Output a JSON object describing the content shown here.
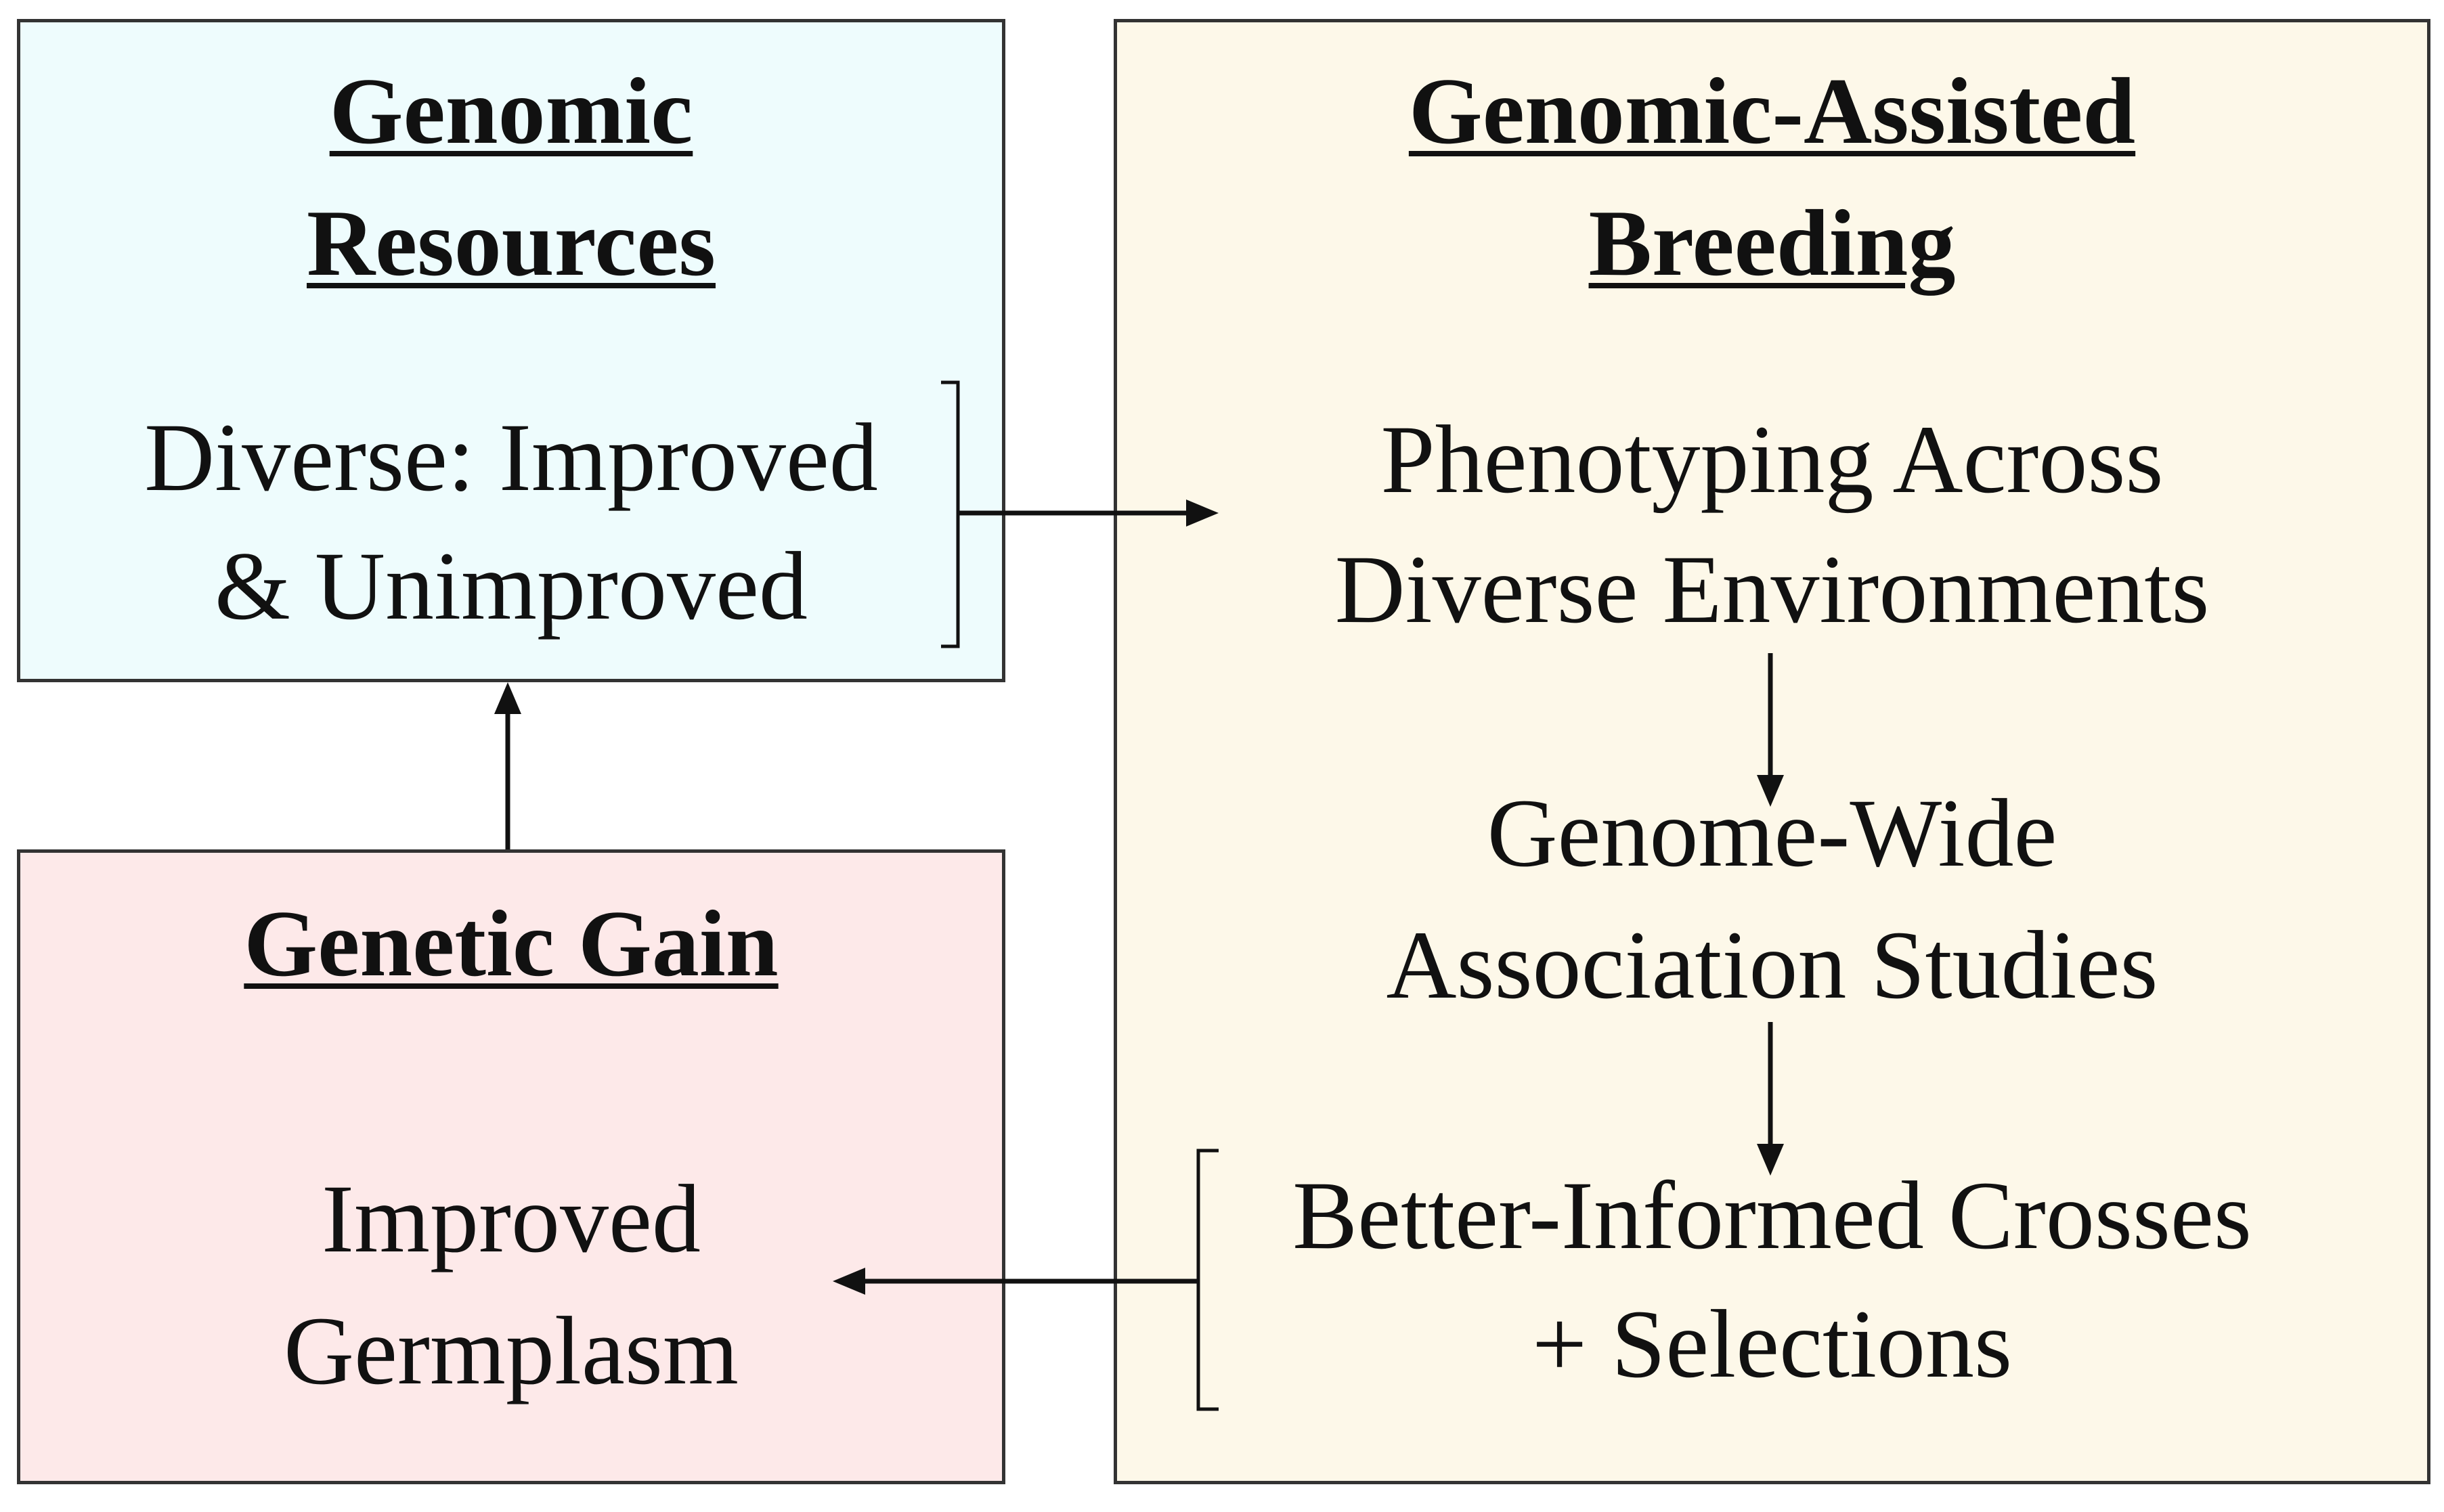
{
  "boxes": {
    "resources": {
      "heading_line1": "Genomic",
      "heading_line2": "Resources",
      "body_line1": "Diverse: Improved",
      "body_line2": "& Unimproved",
      "fill": "#eefcfd"
    },
    "breeding": {
      "heading_line1": "Genomic-Assisted",
      "heading_line2": "Breeding",
      "step1_line1": "Phenotyping Across",
      "step1_line2": "Diverse Environments",
      "step2_line1": "Genome-Wide",
      "step2_line2": "Association Studies",
      "step3_line1": "Better-Informed Crosses",
      "step3_line2": "+ Selections",
      "fill": "#fdf8e9"
    },
    "gain": {
      "heading": "Genetic Gain",
      "body_line1": "Improved",
      "body_line2": "Germplasm",
      "fill": "#fde9e9"
    }
  },
  "colors": {
    "border": "#333333",
    "text": "#111111",
    "arrow": "#111111"
  }
}
